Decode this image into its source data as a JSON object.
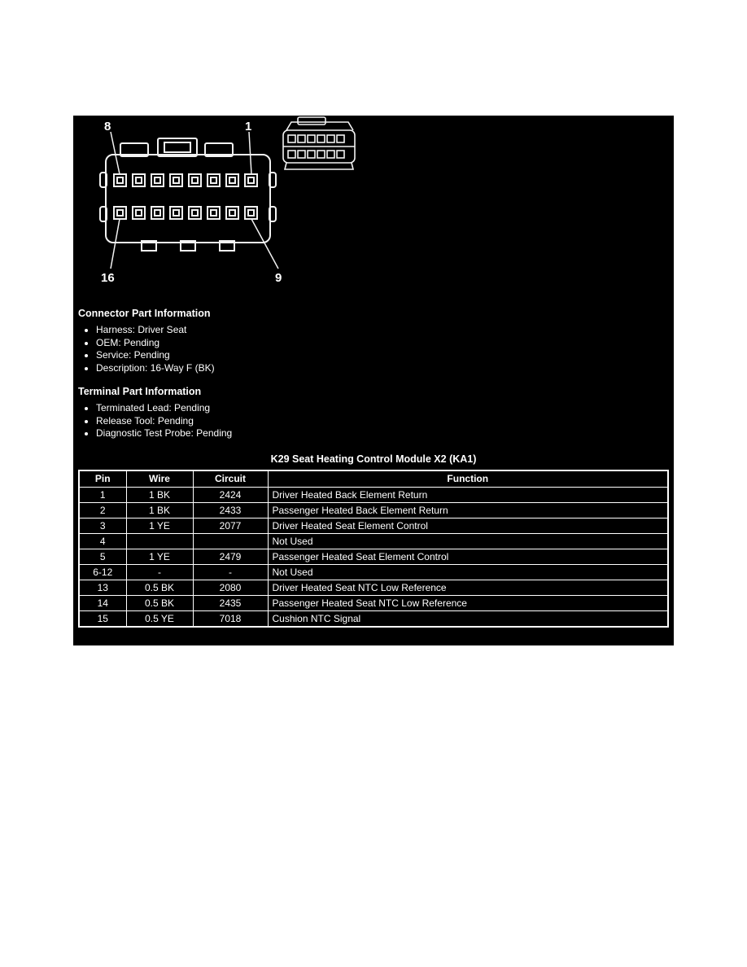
{
  "diagram": {
    "labels": {
      "top_left": "8",
      "top_right": "1",
      "bottom_left": "16",
      "bottom_right": "9"
    }
  },
  "connector_info": {
    "title": "Connector Part Information",
    "items": [
      "Harness: Driver Seat",
      "OEM: Pending",
      "Service: Pending",
      "Description: 16-Way F (BK)"
    ]
  },
  "terminal_info": {
    "title": "Terminal Part Information",
    "items": [
      "Terminated Lead: Pending",
      "Release Tool: Pending",
      "Diagnostic Test Probe: Pending"
    ]
  },
  "table": {
    "title": "K29 Seat Heating Control Module X2 (KA1)",
    "headers": [
      "Pin",
      "Wire",
      "Circuit",
      "Function"
    ],
    "rows": [
      [
        "1",
        "1 BK",
        "2424",
        "Driver Heated Back Element Return"
      ],
      [
        "2",
        "1 BK",
        "2433",
        "Passenger Heated Back Element Return"
      ],
      [
        "3",
        "1 YE",
        "2077",
        "Driver Heated Seat Element Control"
      ],
      [
        "4",
        "",
        "",
        "Not Used"
      ],
      [
        "5",
        "1 YE",
        "2479",
        "Passenger Heated Seat Element Control"
      ],
      [
        "6-12",
        "-",
        "-",
        "Not Used"
      ],
      [
        "13",
        "0.5 BK",
        "2080",
        "Driver Heated Seat NTC Low Reference"
      ],
      [
        "14",
        "0.5 BK",
        "2435",
        "Passenger Heated Seat NTC Low Reference"
      ],
      [
        "15",
        "0.5 YE",
        "7018",
        "Cushion NTC Signal"
      ]
    ]
  }
}
